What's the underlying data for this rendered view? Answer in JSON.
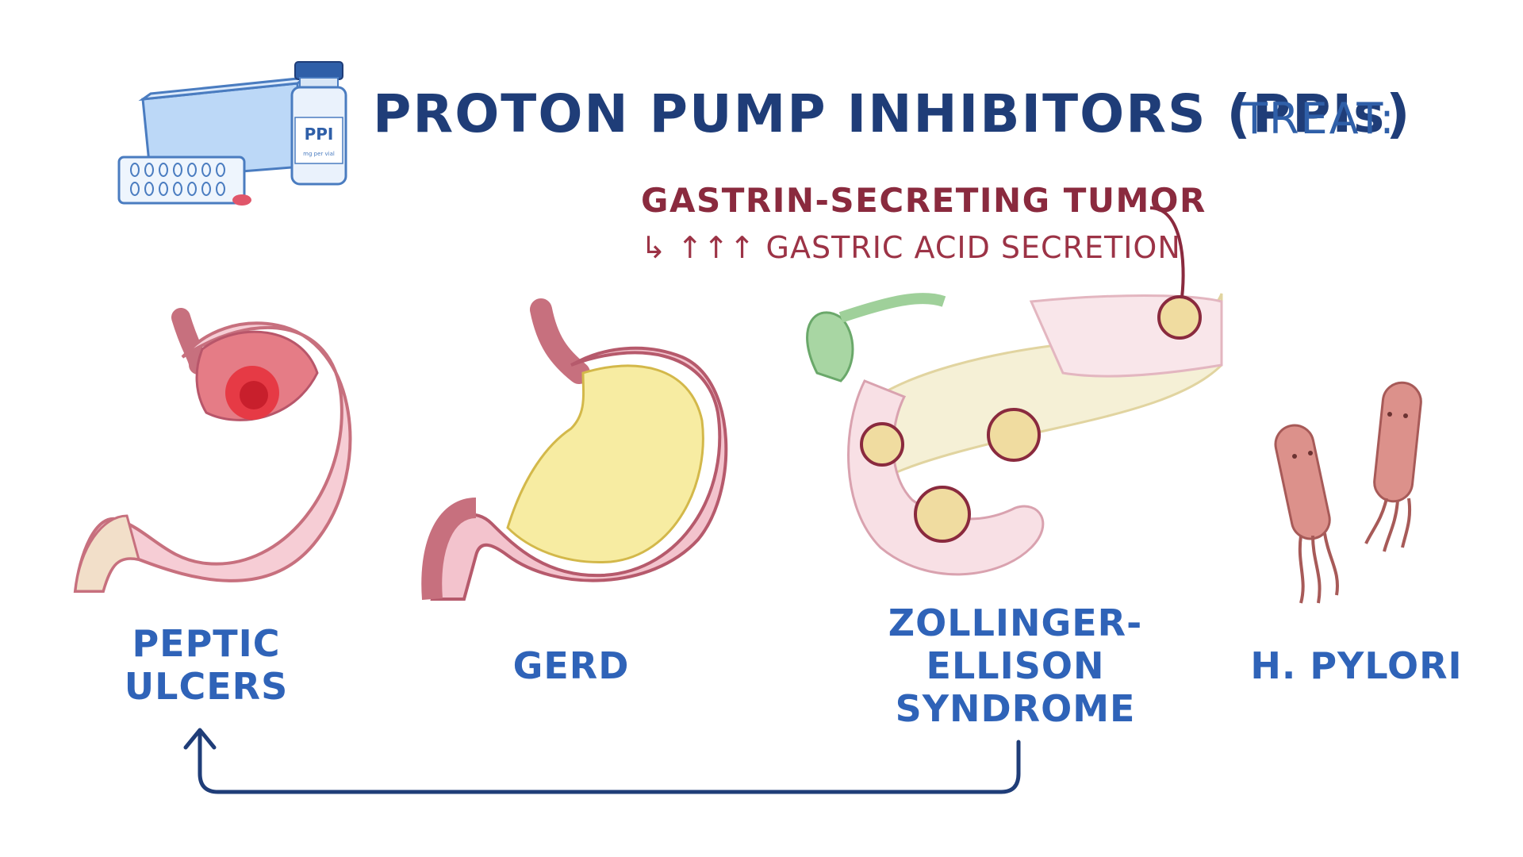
{
  "title": {
    "main": "PROTON PUMP INHIBITORS (PPIs)",
    "treat": "TREAT:"
  },
  "vial": {
    "label": "PPI",
    "sub": "mg per vial"
  },
  "zes_callout": {
    "tumor": "GASTRIN-SECRETING TUMOR",
    "effect": "↳ ↑↑↑ GASTRIC ACID SECRETION"
  },
  "conditions": [
    {
      "label": "PEPTIC ULCERS"
    },
    {
      "label": "GERD"
    },
    {
      "label": "ZOLLINGER-ELLISON SYNDROME"
    },
    {
      "label": "H. PYLORI"
    }
  ],
  "colors": {
    "title": "#1f3d78",
    "label": "#2f63b8",
    "callout": "#8a2a3e",
    "stomach": "#f4c6cf",
    "acid": "#f6ec9c",
    "bacteria": "#d88a85"
  }
}
